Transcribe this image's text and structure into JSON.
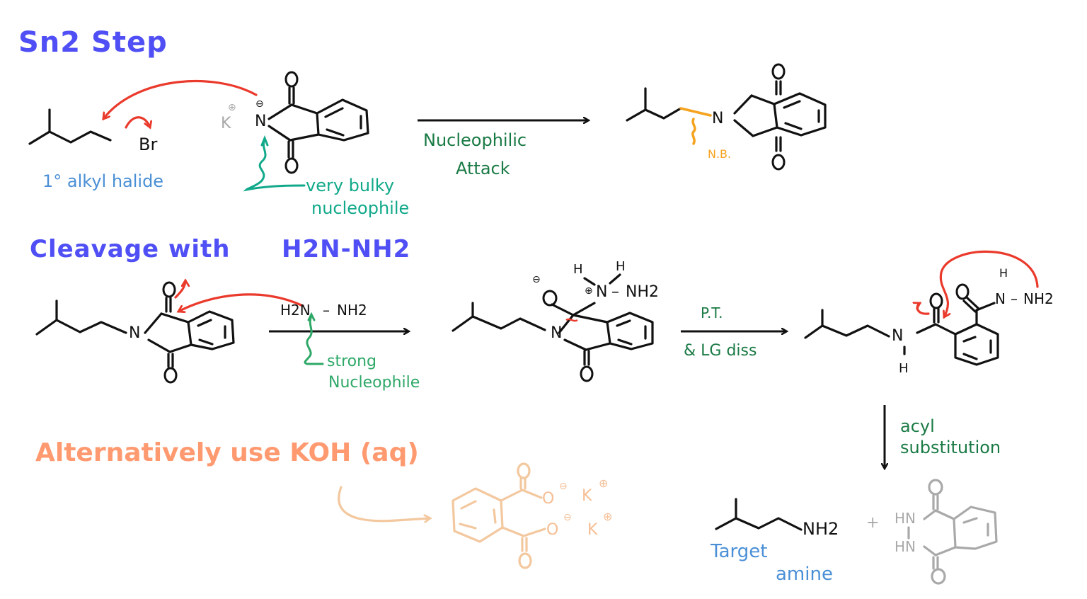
{
  "sections": {
    "sn2_title": "Sn2 Step",
    "cleavage_title_prefix": "Cleavage with",
    "cleavage_reagent": "H2N-NH2",
    "alternative": "Alternatively use KOH (aq)"
  },
  "sn2": {
    "alkyl_halide_label": "1° alkyl halide",
    "leaving_group": "Br",
    "counter_ion": "K",
    "nitrogen": "N",
    "oxygen": "O",
    "nucleophile_note_line1": "very bulky",
    "nucleophile_note_line2": "nucleophile",
    "arrow_label_line1": "Nucleophilic",
    "arrow_label_line2": "Attack",
    "new_bond_label": "N.B."
  },
  "cleavage": {
    "reagent_left": "H2N",
    "reagent_right": "NH2",
    "nucleophile_note_line1": "strong",
    "nucleophile_note_line2": "Nucleophile",
    "intermediate_H1": "H",
    "intermediate_H2": "H",
    "intermediate_N": "N",
    "intermediate_NH2": "NH2",
    "pt_label_line1": "P.T.",
    "pt_label_line2": "& LG diss",
    "amide_H": "H",
    "hydrazide_H": "H",
    "hydrazide_NH2": "NH2",
    "acyl_label_line1": "acyl",
    "acyl_label_line2": "substitution"
  },
  "products": {
    "amine": "NH2",
    "plus": "+",
    "target_line1": "Target",
    "target_line2": "amine",
    "hn_top": "HN",
    "hn_bottom": "HN",
    "alt_counter_ion": "K"
  },
  "colors": {
    "title": "#4f4ff5",
    "arrow_red": "#ea3a2c",
    "label_green": "#1a7a45",
    "note_teal": "#12a98a",
    "label_blue": "#4a8fd6",
    "new_bond_orange": "#f5a31e",
    "alternative_orange": "#ff9a70",
    "byproduct_gray": "#a9a9a9",
    "faded_peach": "#f3c89f"
  }
}
